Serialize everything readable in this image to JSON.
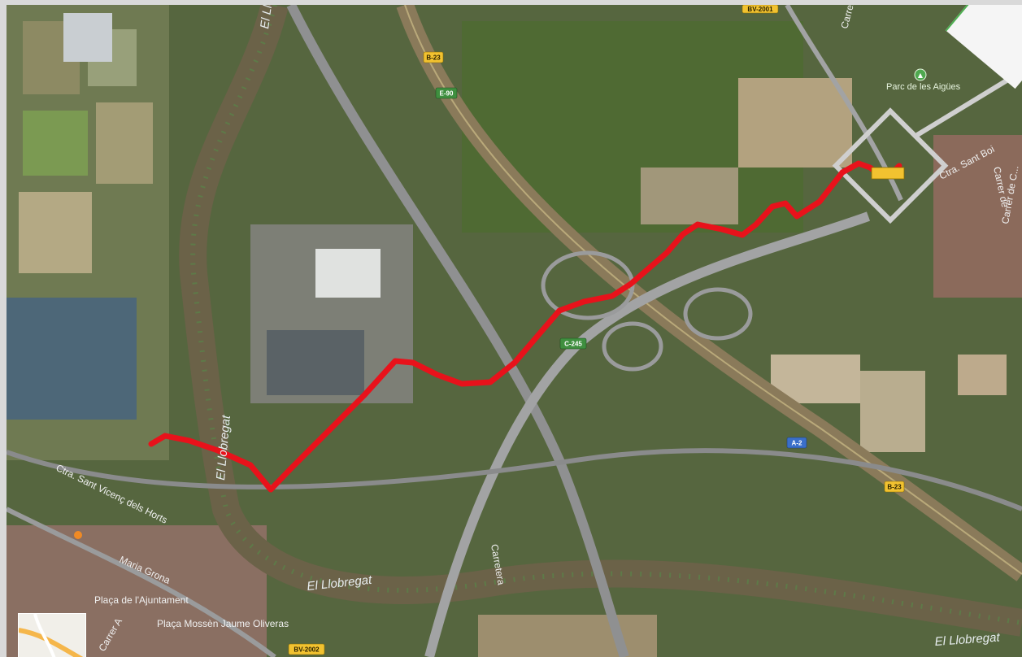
{
  "map": {
    "labels": {
      "river_vertical": "El Llobregat",
      "river_lower": "El Llobregat",
      "river_bottom_right": "El Llobregat",
      "road_ctra_sant_vicenc": "Ctra. Sant Vicenç dels Horts",
      "road_maria_grona": "Maria Grona",
      "road_carretera": "Carretera",
      "road_ctra_sant_boi": "Ctra. Sant Boi",
      "road_carrer_right": "Carrer de",
      "road_carrer_de_ca": "Carrer de C...",
      "road_carrer_top": "Carrer",
      "place_placa_ajuntament": "Plaça de l'Ajuntament",
      "place_placa_mossen": "Plaça Mossèn Jaume Oliveras",
      "place_carrer_a": "Carrer A",
      "park": "Parc de les Aigües"
    },
    "shields": {
      "b23_top": "B-23",
      "e90": "E-90",
      "c245": "C-245",
      "a2": "A-2",
      "b23_right": "B-23",
      "bv2002": "BV-2002",
      "bv_top": "BV-2001"
    },
    "colors": {
      "route": "#e8121b",
      "focus_box": "#cfcfcf",
      "river": "#6b6248"
    }
  }
}
